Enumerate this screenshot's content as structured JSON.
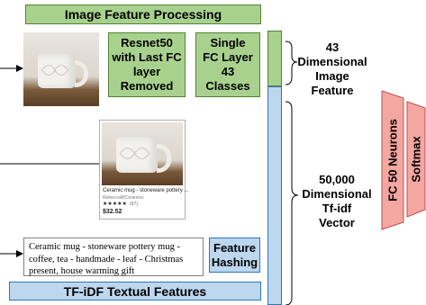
{
  "headers": {
    "image_feature_processing": "Image Feature Processing",
    "tfidf_textual_features": "TF-iDF Textual Features"
  },
  "blocks": {
    "resnet": "Resnet50\nwith Last FC\nlayer\nRemoved",
    "single_fc": "Single\nFC Layer\n43\nClasses",
    "feature_hashing": "Feature\nHashing",
    "fc50": "FC 50 Neurons",
    "softmax": "Softmax"
  },
  "labels": {
    "image_feature": "43\nDimensional\nImage\nFeature",
    "tfidf_vector": "50,000\nDimensional\nTf-idf\nVector"
  },
  "product_card": {
    "title": "Ceramic mug - stoneware pottery ...",
    "shop": "RebeccaWCeramics",
    "stars": "★★★★★",
    "reviews": "(97)",
    "price": "$32.52"
  },
  "text_sample": "Ceramic mug - stoneware pottery mug - coffee, tea - handmade - leaf - Christmas present, house warming gift",
  "colors": {
    "green_fill": "#a9d18e",
    "blue_fill": "#bdd7ee",
    "pink_fill": "#f4a6a0"
  }
}
